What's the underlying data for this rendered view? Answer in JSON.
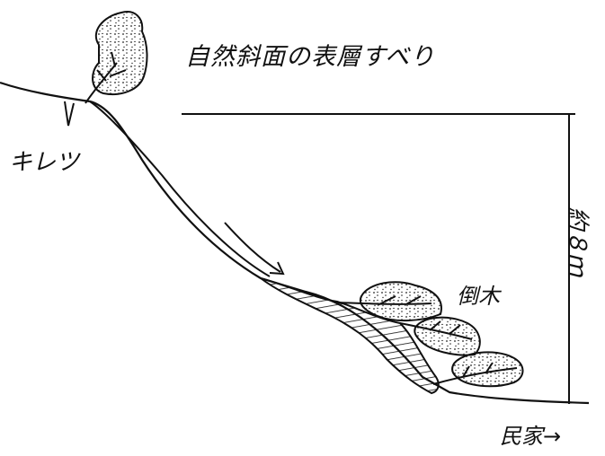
{
  "diagram": {
    "title": "自然斜面の表層すべり",
    "labels": {
      "crack": "キレツ",
      "fallen_trees": "倒木",
      "height": "約８ｍ",
      "house": "民家→"
    }
  }
}
